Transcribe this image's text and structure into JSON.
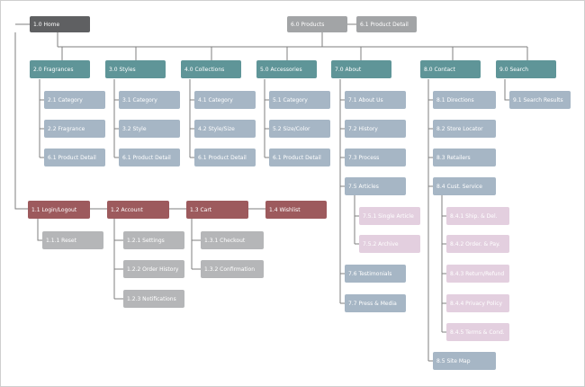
{
  "colors": {
    "home": "#5f6062",
    "products": "#a2a4a6",
    "section": "#5f9598",
    "subpage": "#a6b6c5",
    "account": "#9d5a5d",
    "account_sub": "#b5b6b8",
    "subsub": "#e3cfdf",
    "line": "#7f7f7f"
  },
  "nodes": {
    "home": "1.0 Home",
    "products": "6.0 Products",
    "product_detail": "6.1 Product Detail",
    "fragrances": "2.0 Fragrances",
    "frag_category": "2.1 Category",
    "frag_fragrance": "2.2 Fragrance",
    "frag_detail": "6.1 Product Detail",
    "styles": "3.0 Styles",
    "styles_category": "3.1 Category",
    "styles_style": "3.2 Style",
    "styles_detail": "6.1 Product Detail",
    "collections": "4.0 Collections",
    "coll_category": "4.1 Category",
    "coll_stylesize": "4.2 Style/Size",
    "coll_detail": "6.1 Product Detail",
    "accessories": "5.0 Accessories",
    "acc_category": "5.1 Category",
    "acc_sizecolor": "5.2 Size/Color",
    "acc_detail": "6.1 Product Detail",
    "about": "7.0 About",
    "about_us": "7.1 About Us",
    "history": "7.2 History",
    "process": "7.3 Process",
    "articles": "7.5 Articles",
    "single_article": "7.5.1 Single Article",
    "archive": "7.5.2 Archive",
    "testimonials": "7.6 Testimonials",
    "press": "7.7 Press & Media",
    "contact": "8.0 Contact",
    "directions": "8.1 Directions",
    "store_locator": "8.2 Store Locator",
    "retailers": "8.3 Retailers",
    "cust_service": "8.4 Cust. Service",
    "ship_del": "8.4.1 Ship. & Del.",
    "order_pay": "8.4.2 Order. & Pay.",
    "return_refund": "8.4.3 Return/Refund",
    "privacy": "8.4.4 Privacy Policy",
    "terms": "8.4.5 Terms & Cond.",
    "site_map": "8.5 Site Map",
    "search": "9.0 Search",
    "search_results": "9.1 Search Results",
    "login": "1.1 Login/Logout",
    "reset": "1.1.1 Reset",
    "account": "1.2 Account",
    "settings": "1.2.1 Settings",
    "order_history": "1.2.2 Order History",
    "notifications": "1.2.3 Notifications",
    "cart": "1.3 Cart",
    "checkout": "1.3.1 Checkout",
    "confirmation": "1.3.2 Confirmation",
    "wishlist": "1.4 Wishlist"
  }
}
